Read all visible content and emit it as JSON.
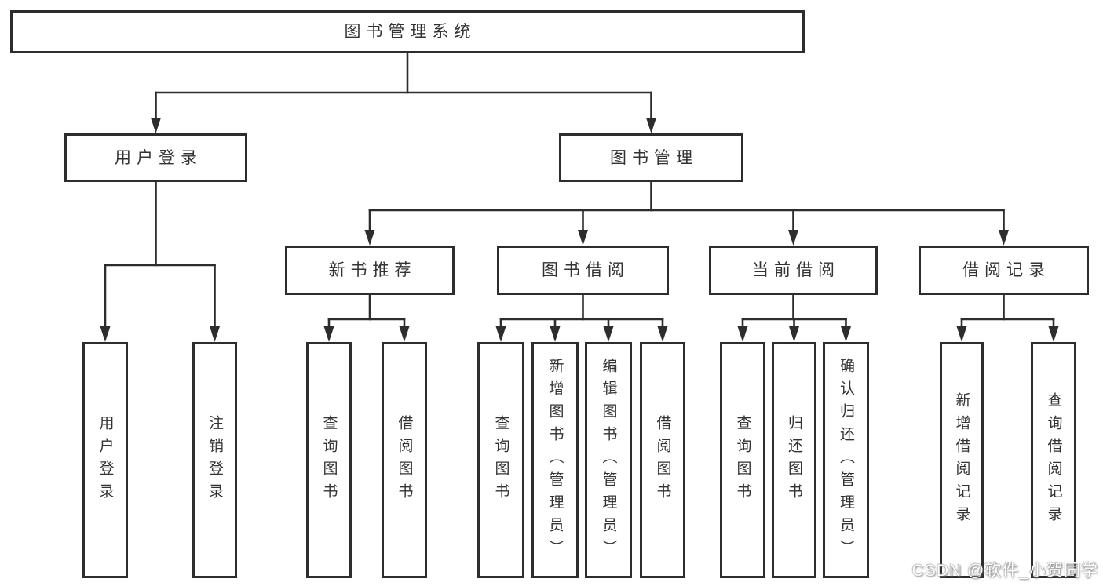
{
  "diagram": {
    "title": "图书管理系统",
    "watermark": "CSDN @软件_小贺同学",
    "colors": {
      "background": "#ffffff",
      "box_fill": "#ffffff",
      "box_border": "#2d2d2d",
      "line": "#2d2d2d",
      "text": "#333333"
    },
    "tree": {
      "id": "library-system",
      "label": "图书管理系统",
      "children": [
        {
          "id": "user-login-group",
          "label": "用户登录",
          "children": [
            {
              "id": "user-login",
              "label": "用户登录"
            },
            {
              "id": "logout-login",
              "label": "注销登录"
            }
          ]
        },
        {
          "id": "book-management",
          "label": "图书管理",
          "children": [
            {
              "id": "new-book-recommend",
              "label": "新书推荐",
              "children": [
                {
                  "id": "nbr-query-books",
                  "label": "查询图书"
                },
                {
                  "id": "nbr-borrow-books",
                  "label": "借阅图书"
                }
              ]
            },
            {
              "id": "book-borrowing",
              "label": "图书借阅",
              "children": [
                {
                  "id": "bb-query-books",
                  "label": "查询图书"
                },
                {
                  "id": "bb-add-books",
                  "label": "新增图书（管理员）"
                },
                {
                  "id": "bb-edit-books",
                  "label": "编辑图书（管理员）"
                },
                {
                  "id": "bb-borrow-books",
                  "label": "借阅图书"
                }
              ]
            },
            {
              "id": "current-borrowing",
              "label": "当前借阅",
              "children": [
                {
                  "id": "cb-query-books",
                  "label": "查询图书"
                },
                {
                  "id": "cb-return-books",
                  "label": "归还图书"
                },
                {
                  "id": "cb-confirm-return",
                  "label": "确认归还（管理员）"
                }
              ]
            },
            {
              "id": "borrow-records",
              "label": "借阅记录",
              "children": [
                {
                  "id": "br-add-record",
                  "label": "新增借阅记录"
                },
                {
                  "id": "br-query-record",
                  "label": "查询借阅记录"
                }
              ]
            }
          ]
        }
      ]
    }
  }
}
